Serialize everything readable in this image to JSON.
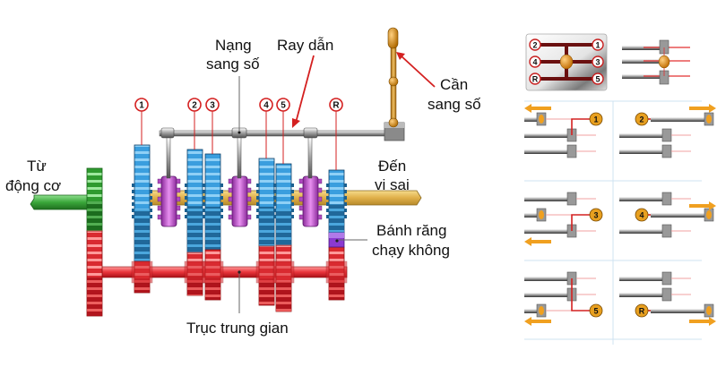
{
  "labels": {
    "from_engine": [
      "Từ",
      "động cơ"
    ],
    "shift_fork": [
      "Nạng",
      "sang số"
    ],
    "guide_rail": "Ray dẫn",
    "shift_lever": [
      "Cần",
      "sang số"
    ],
    "to_differential": [
      "Đến",
      "vi sai"
    ],
    "idler_gear": [
      "Bánh răng",
      "chạy không"
    ],
    "countershaft": "Trục trung gian"
  },
  "gear_markers": [
    "1",
    "2",
    "3",
    "4",
    "5",
    "R"
  ],
  "shift_pattern": {
    "left_column": [
      "2",
      "4",
      "R"
    ],
    "right_column": [
      "1",
      "3",
      "5"
    ]
  },
  "gear_panels": [
    {
      "gear": "1",
      "arrow": "left"
    },
    {
      "gear": "2",
      "arrow": "right"
    },
    {
      "gear": "3",
      "arrow": "left"
    },
    {
      "gear": "4",
      "arrow": "right"
    },
    {
      "gear": "5",
      "arrow": "left"
    },
    {
      "gear": "R",
      "arrow": "right"
    }
  ],
  "colors": {
    "input_gear": "#3fae3f",
    "output_gear": "#3aa6e0",
    "counter_gear": "#e8343a",
    "sleeve": "#b04ac0",
    "output_shaft": "#e8c060",
    "idler": "#8a3ad0",
    "leader": "#d42020",
    "lever": "#d49020"
  }
}
